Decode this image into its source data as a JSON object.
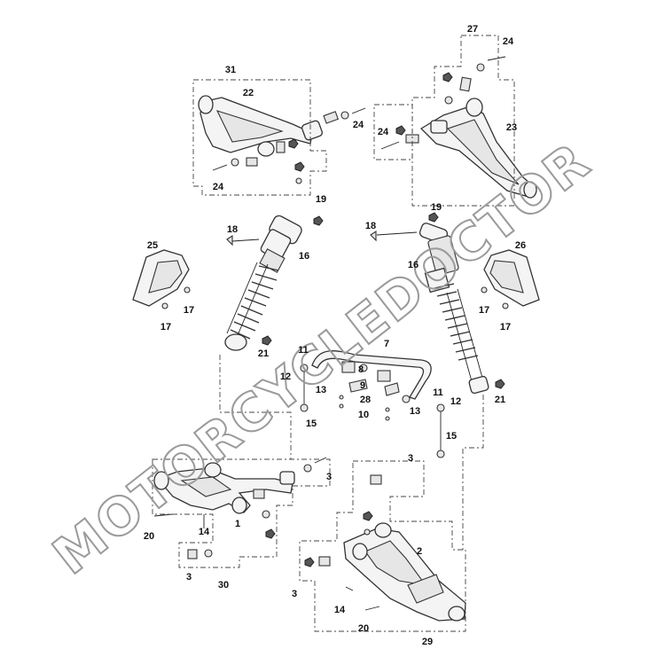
{
  "watermark": "MOTORCYCLEDOCTOR",
  "callouts": {
    "c31": "31",
    "c22": "22",
    "c27": "27",
    "c23": "23",
    "c25": "25",
    "c26": "26",
    "c7": "7",
    "c30": "30",
    "c29": "29",
    "c2": "2",
    "c1": "1",
    "c16a": "16",
    "c16b": "16",
    "c18a": "18",
    "c18b": "18",
    "c19a": "19",
    "c19b": "19",
    "c21a": "21",
    "c21b": "21",
    "c17a": "17",
    "c17b": "17",
    "c17c": "17",
    "c17d": "17",
    "c11a": "11",
    "c11b": "11",
    "c12a": "12",
    "c12b": "12",
    "c13a": "13",
    "c13b": "13",
    "c15a": "15",
    "c15b": "15",
    "c8": "8",
    "c9": "9",
    "c10": "10",
    "c28": "28",
    "c24a": "24",
    "c24b": "24",
    "c24c": "24",
    "c24d": "24",
    "c20a": "20",
    "c20b": "20",
    "c14a": "14",
    "c14b": "14",
    "c3a": "3",
    "c3b": "3",
    "c3c": "3",
    "c3d": "3"
  }
}
